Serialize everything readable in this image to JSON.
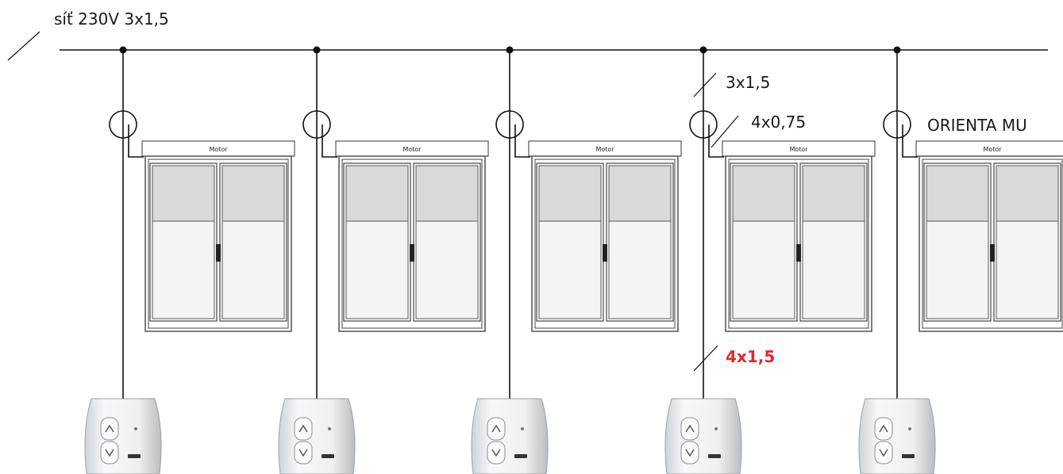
{
  "labels": {
    "supply": "síť 230V 3x1,5",
    "cable_supply": "3x1,5",
    "cable_motor": "4x0,75",
    "cable_switch": "4x1,5",
    "orienta": "ORIENTA MU"
  },
  "motor_label": "Motor",
  "units": [
    {
      "name": "unit-1"
    },
    {
      "name": "unit-2"
    },
    {
      "name": "unit-3"
    },
    {
      "name": "unit-4"
    },
    {
      "name": "unit-5"
    }
  ],
  "colors": {
    "line": "#111111",
    "glass_dark": "#d9dadc",
    "glass_light": "#f3f4f4",
    "frame": "#444444",
    "accent_red": "#e8262b"
  }
}
